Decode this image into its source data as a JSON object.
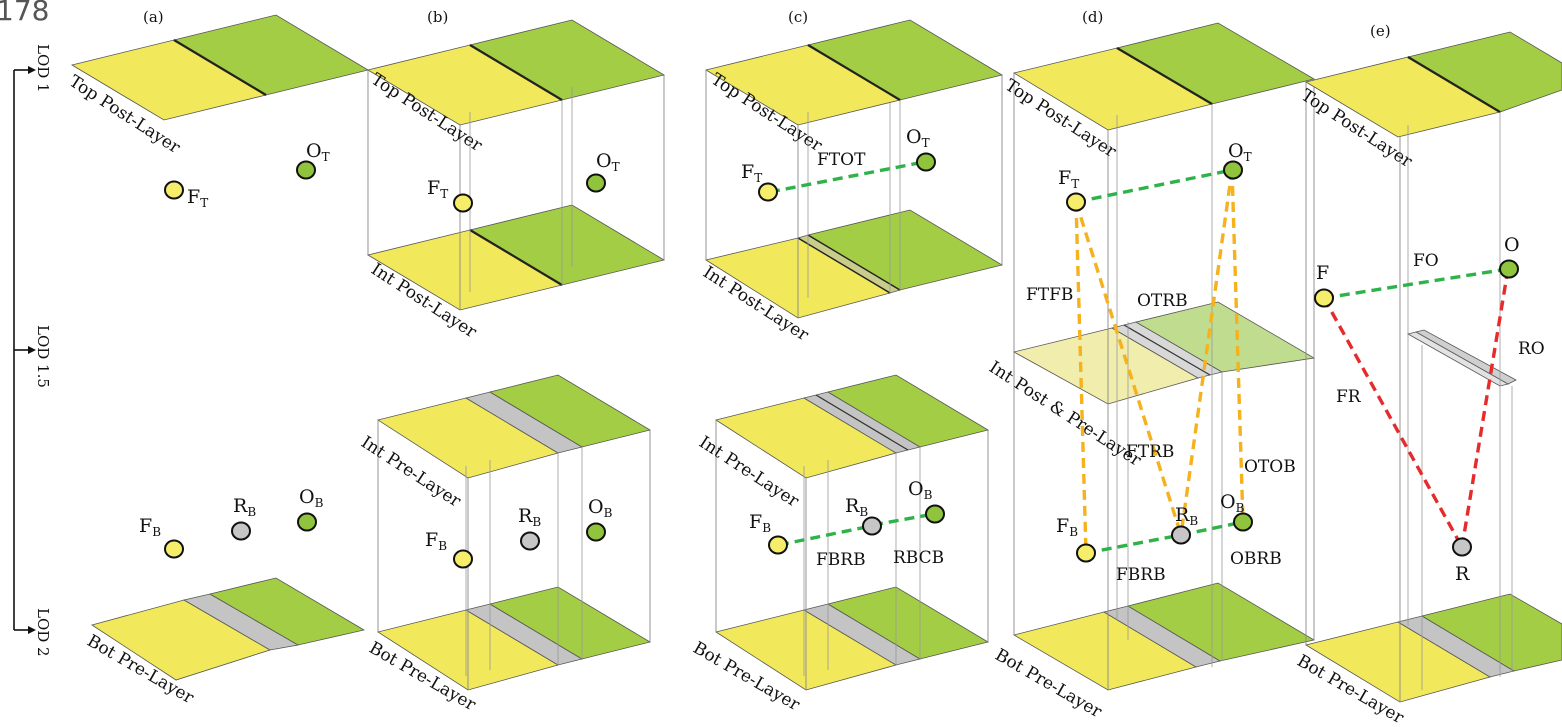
{
  "page_number": "178",
  "lod_labels": [
    "LOD 1",
    "LOD 1.5",
    "LOD 2"
  ],
  "colors": {
    "yellow": "#f2e85c",
    "green": "#a3cd44",
    "gray": "#c4c4c4",
    "node_yellow": "#f6ee6a",
    "node_green": "#8fc43c",
    "node_gray": "#c6c6c6",
    "edge_green": "#2eb34a",
    "edge_orange": "#f5b21e",
    "edge_red": "#e52b2b"
  },
  "panels": {
    "a": {
      "label": "(a)",
      "layers": {
        "top": "Top Post-Layer",
        "bot": "Bot Pre-Layer"
      },
      "nodes": {
        "ft_main": "F",
        "ft_sub": "T",
        "ot_main": "O",
        "ot_sub": "T",
        "fb_main": "F",
        "fb_sub": "B",
        "rb_main": "R",
        "rb_sub": "B",
        "ob_main": "O",
        "ob_sub": "B"
      }
    },
    "b": {
      "label": "(b)",
      "layers": {
        "top": "Top Post-Layer",
        "int_post": "Int Post-Layer",
        "int_pre": "Int Pre-Layer",
        "bot": "Bot Pre-Layer"
      },
      "nodes": {
        "ft_main": "F",
        "ft_sub": "T",
        "ot_main": "O",
        "ot_sub": "T",
        "fb_main": "F",
        "fb_sub": "B",
        "rb_main": "R",
        "rb_sub": "B",
        "ob_main": "O",
        "ob_sub": "B"
      }
    },
    "c": {
      "label": "(c)",
      "layers": {
        "top": "Top Post-Layer",
        "int_post": "Int Post-Layer",
        "int_pre": "Int Pre-Layer",
        "bot": "Bot Pre-Layer"
      },
      "nodes": {
        "ft_main": "F",
        "ft_sub": "T",
        "ot_main": "O",
        "ot_sub": "T",
        "fb_main": "F",
        "fb_sub": "B",
        "rb_main": "R",
        "rb_sub": "B",
        "ob_main": "O",
        "ob_sub": "B"
      },
      "edges": {
        "ftot": "FTOT",
        "fbrb": "FBRB",
        "rbcb": "RBCB"
      }
    },
    "d": {
      "label": "(d)",
      "layers": {
        "top": "Top Post-Layer",
        "int": "Int Post & Pre-Layer",
        "bot": "Bot Pre-Layer"
      },
      "nodes": {
        "ft_main": "F",
        "ft_sub": "T",
        "ot_main": "O",
        "ot_sub": "T",
        "fb_main": "F",
        "fb_sub": "B",
        "rb_main": "R",
        "rb_sub": "B",
        "ob_main": "O",
        "ob_sub": "B"
      },
      "edges": {
        "ftfb": "FTFB",
        "otrb": "OTRB",
        "ftrb": "FTRB",
        "otob": "OTOB",
        "fbrb": "FBRB",
        "obrb": "OBRB"
      }
    },
    "e": {
      "label": "(e)",
      "layers": {
        "top": "Top Post-Layer",
        "bot": "Bot Pre-Layer"
      },
      "nodes": {
        "f": "F",
        "o": "O",
        "r": "R"
      },
      "edges": {
        "fo": "FO",
        "fr": "FR",
        "ro": "RO"
      }
    }
  }
}
